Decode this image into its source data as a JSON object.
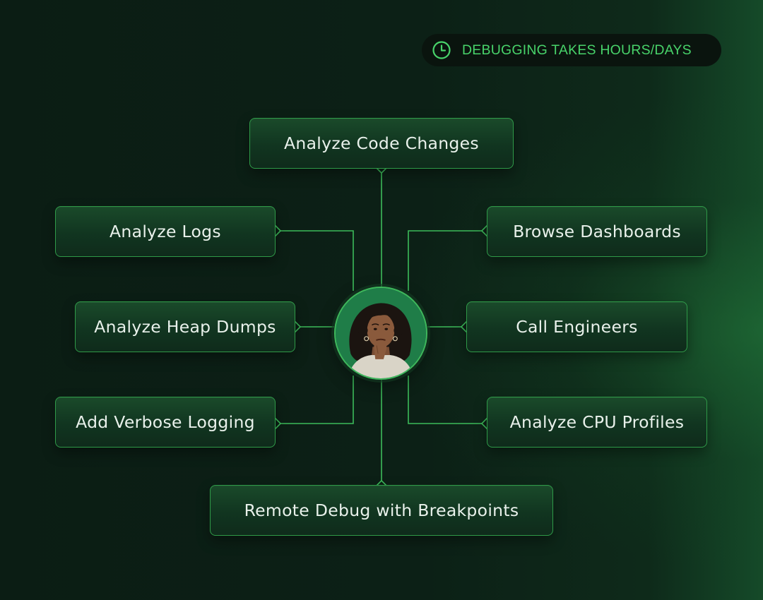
{
  "badge": {
    "icon": "clock-icon",
    "text": "DEBUGGING TAKES HOURS/DAYS",
    "color": "#48d36a"
  },
  "center": {
    "icon": "thinking-person-avatar"
  },
  "nodes": {
    "top": "Analyze Code Changes",
    "left_1": "Analyze Logs",
    "left_2": "Analyze Heap Dumps",
    "left_3": "Add Verbose Logging",
    "right_1": "Browse Dashboards",
    "right_2": "Call Engineers",
    "right_3": "Analyze CPU Profiles",
    "bottom": "Remote Debug with Breakpoints"
  },
  "colors": {
    "accent": "#48d36a",
    "line": "#3dbb5a",
    "node_border": "#2f9a48",
    "background": "#0c2016"
  }
}
